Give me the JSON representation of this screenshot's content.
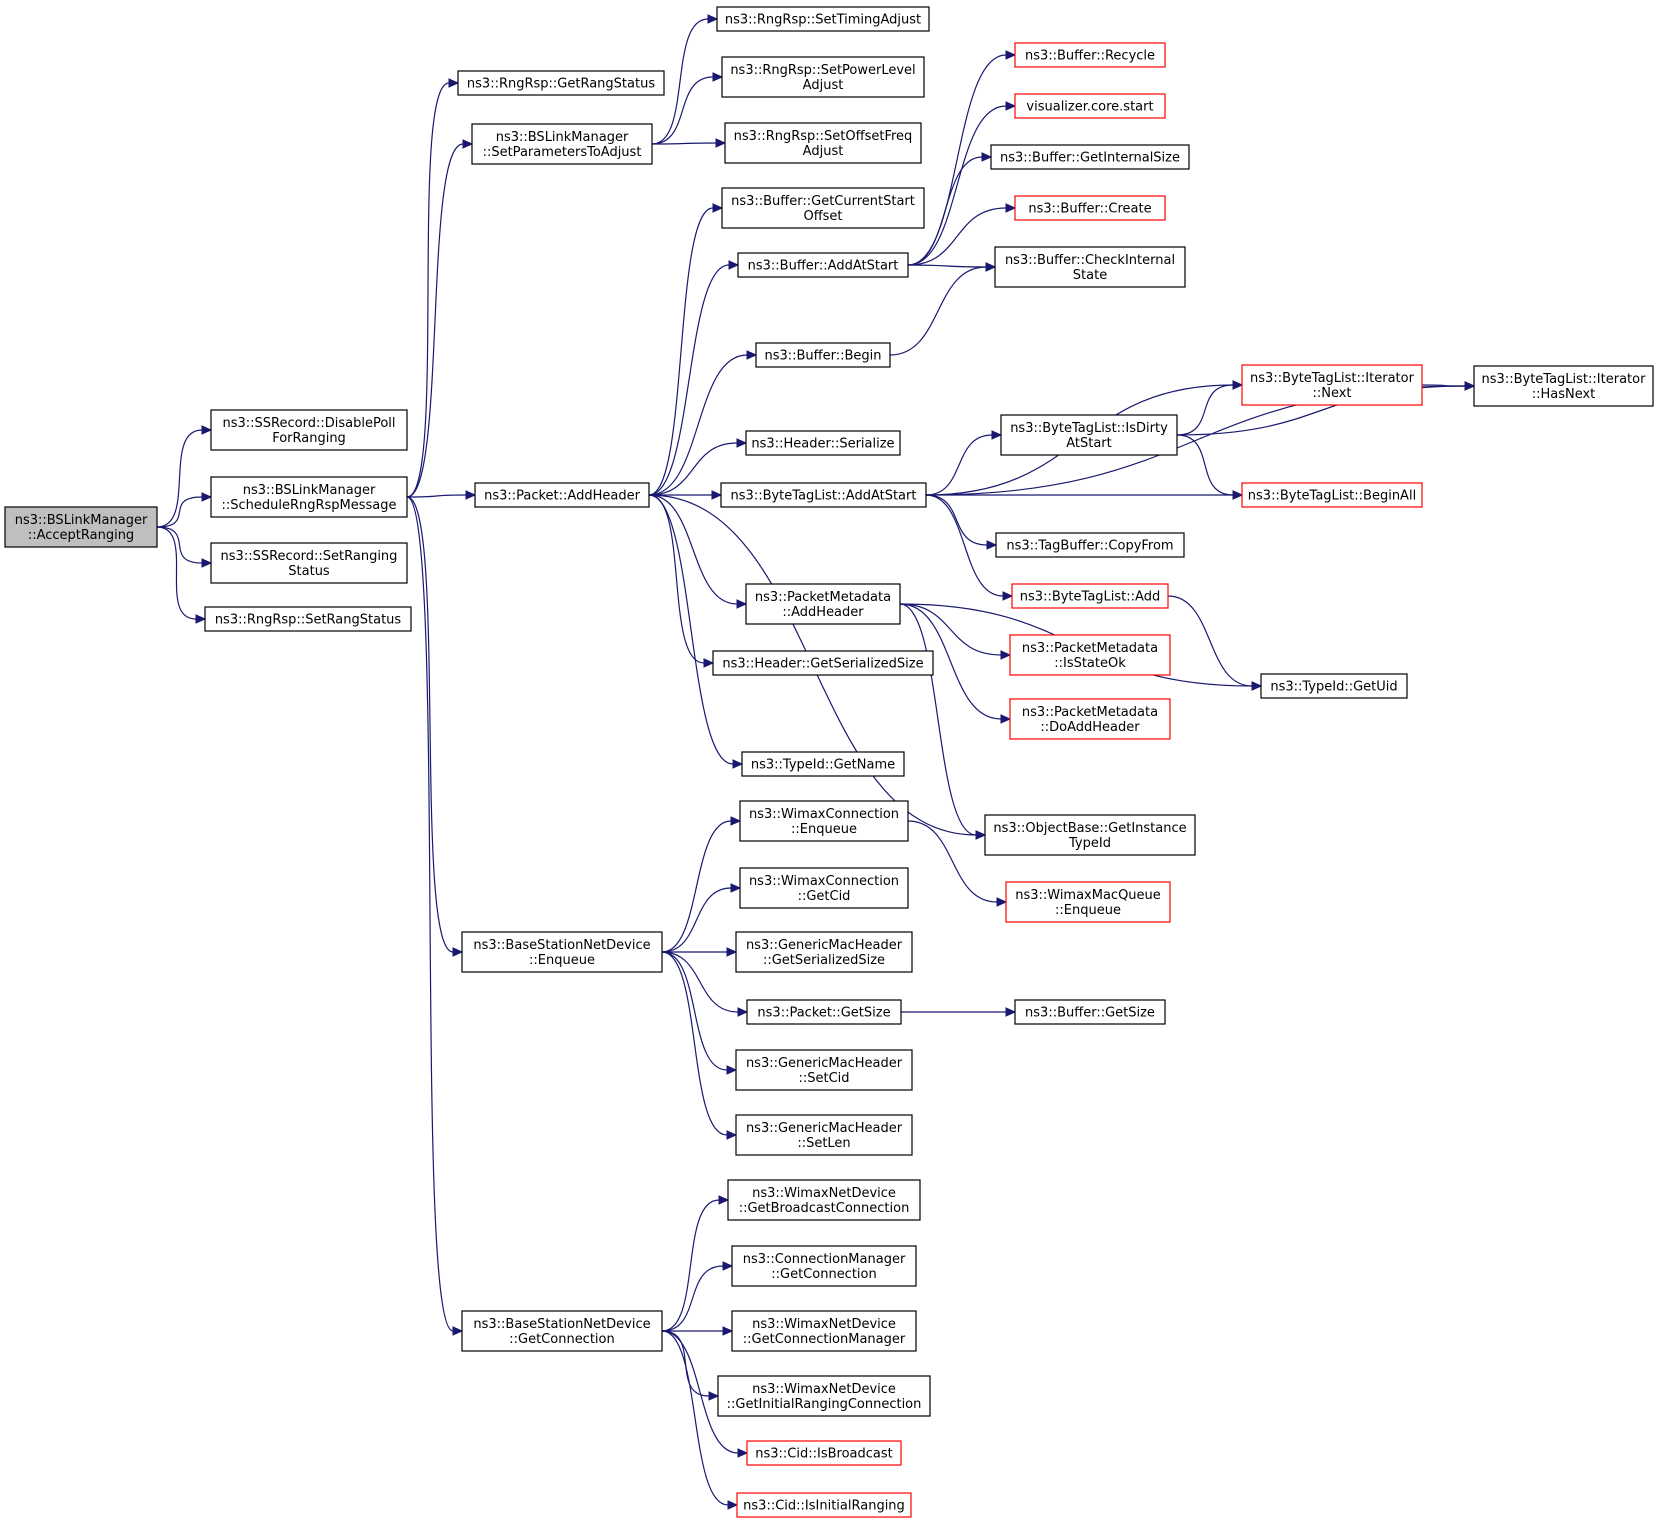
{
  "colors": {
    "normal": "#000000",
    "truncated": "#ff0000",
    "focus_fill": "#bfbfbf",
    "edge": "#191970"
  },
  "nodes": [
    {
      "id": "accept",
      "lines": [
        "ns3::BSLinkManager",
        "::AcceptRanging"
      ],
      "style": "focus"
    },
    {
      "id": "disablepoll",
      "lines": [
        "ns3::SSRecord::DisablePoll",
        "ForRanging"
      ],
      "style": "normal"
    },
    {
      "id": "schedule",
      "lines": [
        "ns3::BSLinkManager",
        "::ScheduleRngRspMessage"
      ],
      "style": "normal"
    },
    {
      "id": "setranging",
      "lines": [
        "ns3::SSRecord::SetRanging",
        "Status"
      ],
      "style": "normal"
    },
    {
      "id": "setrangstatus",
      "lines": [
        "ns3::RngRsp::SetRangStatus"
      ],
      "style": "normal"
    },
    {
      "id": "getrangstatus",
      "lines": [
        "ns3::RngRsp::GetRangStatus"
      ],
      "style": "normal"
    },
    {
      "id": "setparams",
      "lines": [
        "ns3::BSLinkManager",
        "::SetParametersToAdjust"
      ],
      "style": "normal"
    },
    {
      "id": "settiming",
      "lines": [
        "ns3::RngRsp::SetTimingAdjust"
      ],
      "style": "normal"
    },
    {
      "id": "setpower",
      "lines": [
        "ns3::RngRsp::SetPowerLevel",
        "Adjust"
      ],
      "style": "normal"
    },
    {
      "id": "setoffset",
      "lines": [
        "ns3::RngRsp::SetOffsetFreq",
        "Adjust"
      ],
      "style": "normal"
    },
    {
      "id": "addheader",
      "lines": [
        "ns3::Packet::AddHeader"
      ],
      "style": "normal"
    },
    {
      "id": "getcurstart",
      "lines": [
        "ns3::Buffer::GetCurrentStart",
        "Offset"
      ],
      "style": "normal"
    },
    {
      "id": "addatstart",
      "lines": [
        "ns3::Buffer::AddAtStart"
      ],
      "style": "normal"
    },
    {
      "id": "begin",
      "lines": [
        "ns3::Buffer::Begin"
      ],
      "style": "normal"
    },
    {
      "id": "serialize",
      "lines": [
        "ns3::Header::Serialize"
      ],
      "style": "normal"
    },
    {
      "id": "btladdatstart",
      "lines": [
        "ns3::ByteTagList::AddAtStart"
      ],
      "style": "normal"
    },
    {
      "id": "pmaddheader",
      "lines": [
        "ns3::PacketMetadata",
        "::AddHeader"
      ],
      "style": "normal"
    },
    {
      "id": "getsersize",
      "lines": [
        "ns3::Header::GetSerializedSize"
      ],
      "style": "normal"
    },
    {
      "id": "getname",
      "lines": [
        "ns3::TypeId::GetName"
      ],
      "style": "normal"
    },
    {
      "id": "recycle",
      "lines": [
        "ns3::Buffer::Recycle"
      ],
      "style": "truncated"
    },
    {
      "id": "vizstart",
      "lines": [
        "visualizer.core.start"
      ],
      "style": "truncated"
    },
    {
      "id": "getintsize",
      "lines": [
        "ns3::Buffer::GetInternalSize"
      ],
      "style": "normal"
    },
    {
      "id": "create",
      "lines": [
        "ns3::Buffer::Create"
      ],
      "style": "truncated"
    },
    {
      "id": "checkint",
      "lines": [
        "ns3::Buffer::CheckInternal",
        "State"
      ],
      "style": "normal"
    },
    {
      "id": "iternext",
      "lines": [
        "ns3::ByteTagList::Iterator",
        "::Next"
      ],
      "style": "truncated"
    },
    {
      "id": "iterhasnext",
      "lines": [
        "ns3::ByteTagList::Iterator",
        "::HasNext"
      ],
      "style": "normal"
    },
    {
      "id": "isdirty",
      "lines": [
        "ns3::ByteTagList::IsDirty",
        "AtStart"
      ],
      "style": "normal"
    },
    {
      "id": "beginall",
      "lines": [
        "ns3::ByteTagList::BeginAll"
      ],
      "style": "truncated"
    },
    {
      "id": "copyfrom",
      "lines": [
        "ns3::TagBuffer::CopyFrom"
      ],
      "style": "normal"
    },
    {
      "id": "btladd",
      "lines": [
        "ns3::ByteTagList::Add"
      ],
      "style": "truncated"
    },
    {
      "id": "isstateok",
      "lines": [
        "ns3::PacketMetadata",
        "::IsStateOk"
      ],
      "style": "truncated"
    },
    {
      "id": "doaddheader",
      "lines": [
        "ns3::PacketMetadata",
        "::DoAddHeader"
      ],
      "style": "truncated"
    },
    {
      "id": "getuid",
      "lines": [
        "ns3::TypeId::GetUid"
      ],
      "style": "normal"
    },
    {
      "id": "getinsttype",
      "lines": [
        "ns3::ObjectBase::GetInstance",
        "TypeId"
      ],
      "style": "normal"
    },
    {
      "id": "bsenqueue",
      "lines": [
        "ns3::BaseStationNetDevice",
        "::Enqueue"
      ],
      "style": "normal"
    },
    {
      "id": "wcenqueue",
      "lines": [
        "ns3::WimaxConnection",
        "::Enqueue"
      ],
      "style": "normal"
    },
    {
      "id": "wcgetcid",
      "lines": [
        "ns3::WimaxConnection",
        "::GetCid"
      ],
      "style": "normal"
    },
    {
      "id": "gmhgetsersize",
      "lines": [
        "ns3::GenericMacHeader",
        "::GetSerializedSize"
      ],
      "style": "normal"
    },
    {
      "id": "pktgetsize",
      "lines": [
        "ns3::Packet::GetSize"
      ],
      "style": "normal"
    },
    {
      "id": "gmhsetcid",
      "lines": [
        "ns3::GenericMacHeader",
        "::SetCid"
      ],
      "style": "normal"
    },
    {
      "id": "gmhsetlen",
      "lines": [
        "ns3::GenericMacHeader",
        "::SetLen"
      ],
      "style": "normal"
    },
    {
      "id": "wmqenqueue",
      "lines": [
        "ns3::WimaxMacQueue",
        "::Enqueue"
      ],
      "style": "truncated"
    },
    {
      "id": "bufgetsize",
      "lines": [
        "ns3::Buffer::GetSize"
      ],
      "style": "normal"
    },
    {
      "id": "bsgetconn",
      "lines": [
        "ns3::BaseStationNetDevice",
        "::GetConnection"
      ],
      "style": "normal"
    },
    {
      "id": "getbcast",
      "lines": [
        "ns3::WimaxNetDevice",
        "::GetBroadcastConnection"
      ],
      "style": "normal"
    },
    {
      "id": "cmgetconn",
      "lines": [
        "ns3::ConnectionManager",
        "::GetConnection"
      ],
      "style": "normal"
    },
    {
      "id": "getconnmgr",
      "lines": [
        "ns3::WimaxNetDevice",
        "::GetConnectionManager"
      ],
      "style": "normal"
    },
    {
      "id": "getinitrng",
      "lines": [
        "ns3::WimaxNetDevice",
        "::GetInitialRangingConnection"
      ],
      "style": "normal"
    },
    {
      "id": "isbroadcast",
      "lines": [
        "ns3::Cid::IsBroadcast"
      ],
      "style": "truncated"
    },
    {
      "id": "isinitrng",
      "lines": [
        "ns3::Cid::IsInitialRanging"
      ],
      "style": "truncated"
    }
  ],
  "edges": [
    [
      "accept",
      "disablepoll"
    ],
    [
      "accept",
      "schedule"
    ],
    [
      "accept",
      "setranging"
    ],
    [
      "accept",
      "setrangstatus"
    ],
    [
      "schedule",
      "getrangstatus"
    ],
    [
      "schedule",
      "setparams"
    ],
    [
      "schedule",
      "addheader"
    ],
    [
      "schedule",
      "bsenqueue"
    ],
    [
      "schedule",
      "bsgetconn"
    ],
    [
      "setparams",
      "settiming"
    ],
    [
      "setparams",
      "setpower"
    ],
    [
      "setparams",
      "setoffset"
    ],
    [
      "addheader",
      "getcurstart"
    ],
    [
      "addheader",
      "addatstart"
    ],
    [
      "addheader",
      "begin"
    ],
    [
      "addheader",
      "serialize"
    ],
    [
      "addheader",
      "btladdatstart"
    ],
    [
      "addheader",
      "pmaddheader"
    ],
    [
      "addheader",
      "getsersize"
    ],
    [
      "addheader",
      "getinsttype"
    ],
    [
      "addheader",
      "getname"
    ],
    [
      "addatstart",
      "recycle"
    ],
    [
      "addatstart",
      "vizstart"
    ],
    [
      "addatstart",
      "getintsize"
    ],
    [
      "addatstart",
      "create"
    ],
    [
      "addatstart",
      "checkint"
    ],
    [
      "begin",
      "checkint"
    ],
    [
      "btladdatstart",
      "iterhasnext"
    ],
    [
      "btladdatstart",
      "iternext"
    ],
    [
      "btladdatstart",
      "isdirty"
    ],
    [
      "btladdatstart",
      "beginall"
    ],
    [
      "btladdatstart",
      "copyfrom"
    ],
    [
      "btladdatstart",
      "btladd"
    ],
    [
      "iternext",
      "iterhasnext"
    ],
    [
      "isdirty",
      "iternext"
    ],
    [
      "isdirty",
      "iterhasnext"
    ],
    [
      "isdirty",
      "beginall"
    ],
    [
      "btladd",
      "getuid"
    ],
    [
      "pmaddheader",
      "isstateok"
    ],
    [
      "pmaddheader",
      "doaddheader"
    ],
    [
      "pmaddheader",
      "getuid"
    ],
    [
      "pmaddheader",
      "getinsttype"
    ],
    [
      "bsenqueue",
      "wcenqueue"
    ],
    [
      "bsenqueue",
      "wcgetcid"
    ],
    [
      "bsenqueue",
      "gmhgetsersize"
    ],
    [
      "bsenqueue",
      "pktgetsize"
    ],
    [
      "bsenqueue",
      "gmhsetcid"
    ],
    [
      "bsenqueue",
      "gmhsetlen"
    ],
    [
      "wcenqueue",
      "wmqenqueue"
    ],
    [
      "pktgetsize",
      "bufgetsize"
    ],
    [
      "bsgetconn",
      "getbcast"
    ],
    [
      "bsgetconn",
      "cmgetconn"
    ],
    [
      "bsgetconn",
      "getconnmgr"
    ],
    [
      "bsgetconn",
      "getinitrng"
    ],
    [
      "bsgetconn",
      "isbroadcast"
    ],
    [
      "bsgetconn",
      "isinitrng"
    ]
  ]
}
